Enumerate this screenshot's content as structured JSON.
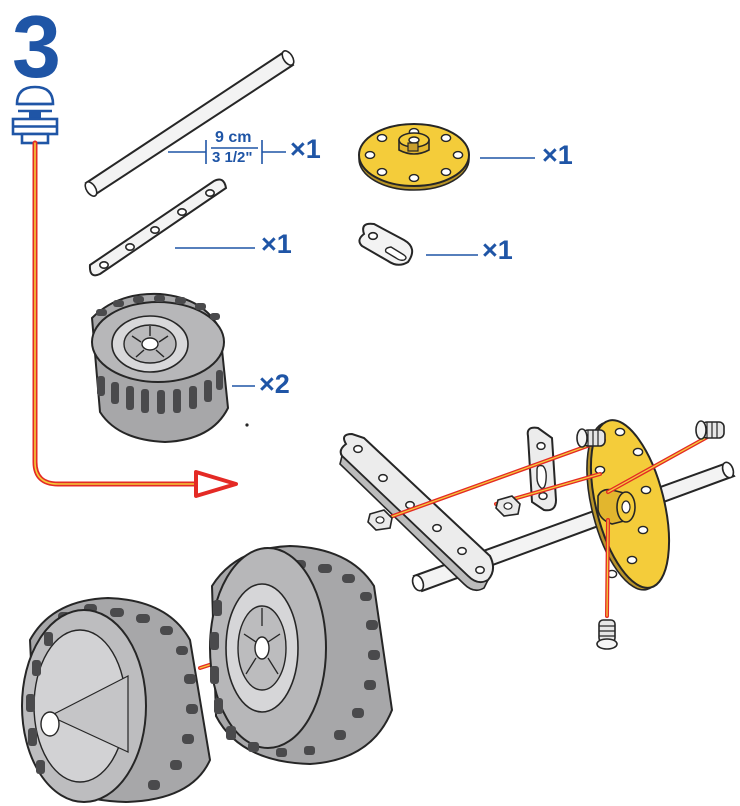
{
  "step": {
    "number": "3"
  },
  "colors": {
    "blue": "#1f55a6",
    "red": "#e42a25",
    "yellow": "#f4cc3a",
    "wheel_grey": "#a7a7a9",
    "wheel_dark": "#4a4a4c",
    "metal_light": "#ececec",
    "outline": "#262626"
  },
  "parts": {
    "axle_rod": {
      "length_metric": "9 cm",
      "length_imperial": "3 1/2\"",
      "quantity": "×1"
    },
    "flat_strip": {
      "quantity": "×1"
    },
    "bush_wheel": {
      "quantity": "×1"
    },
    "double_bracket": {
      "quantity": "×1"
    },
    "tyred_wheel": {
      "quantity": "×2"
    }
  },
  "icons": {
    "screw": "screw-icon",
    "nut": "nut-icon"
  }
}
